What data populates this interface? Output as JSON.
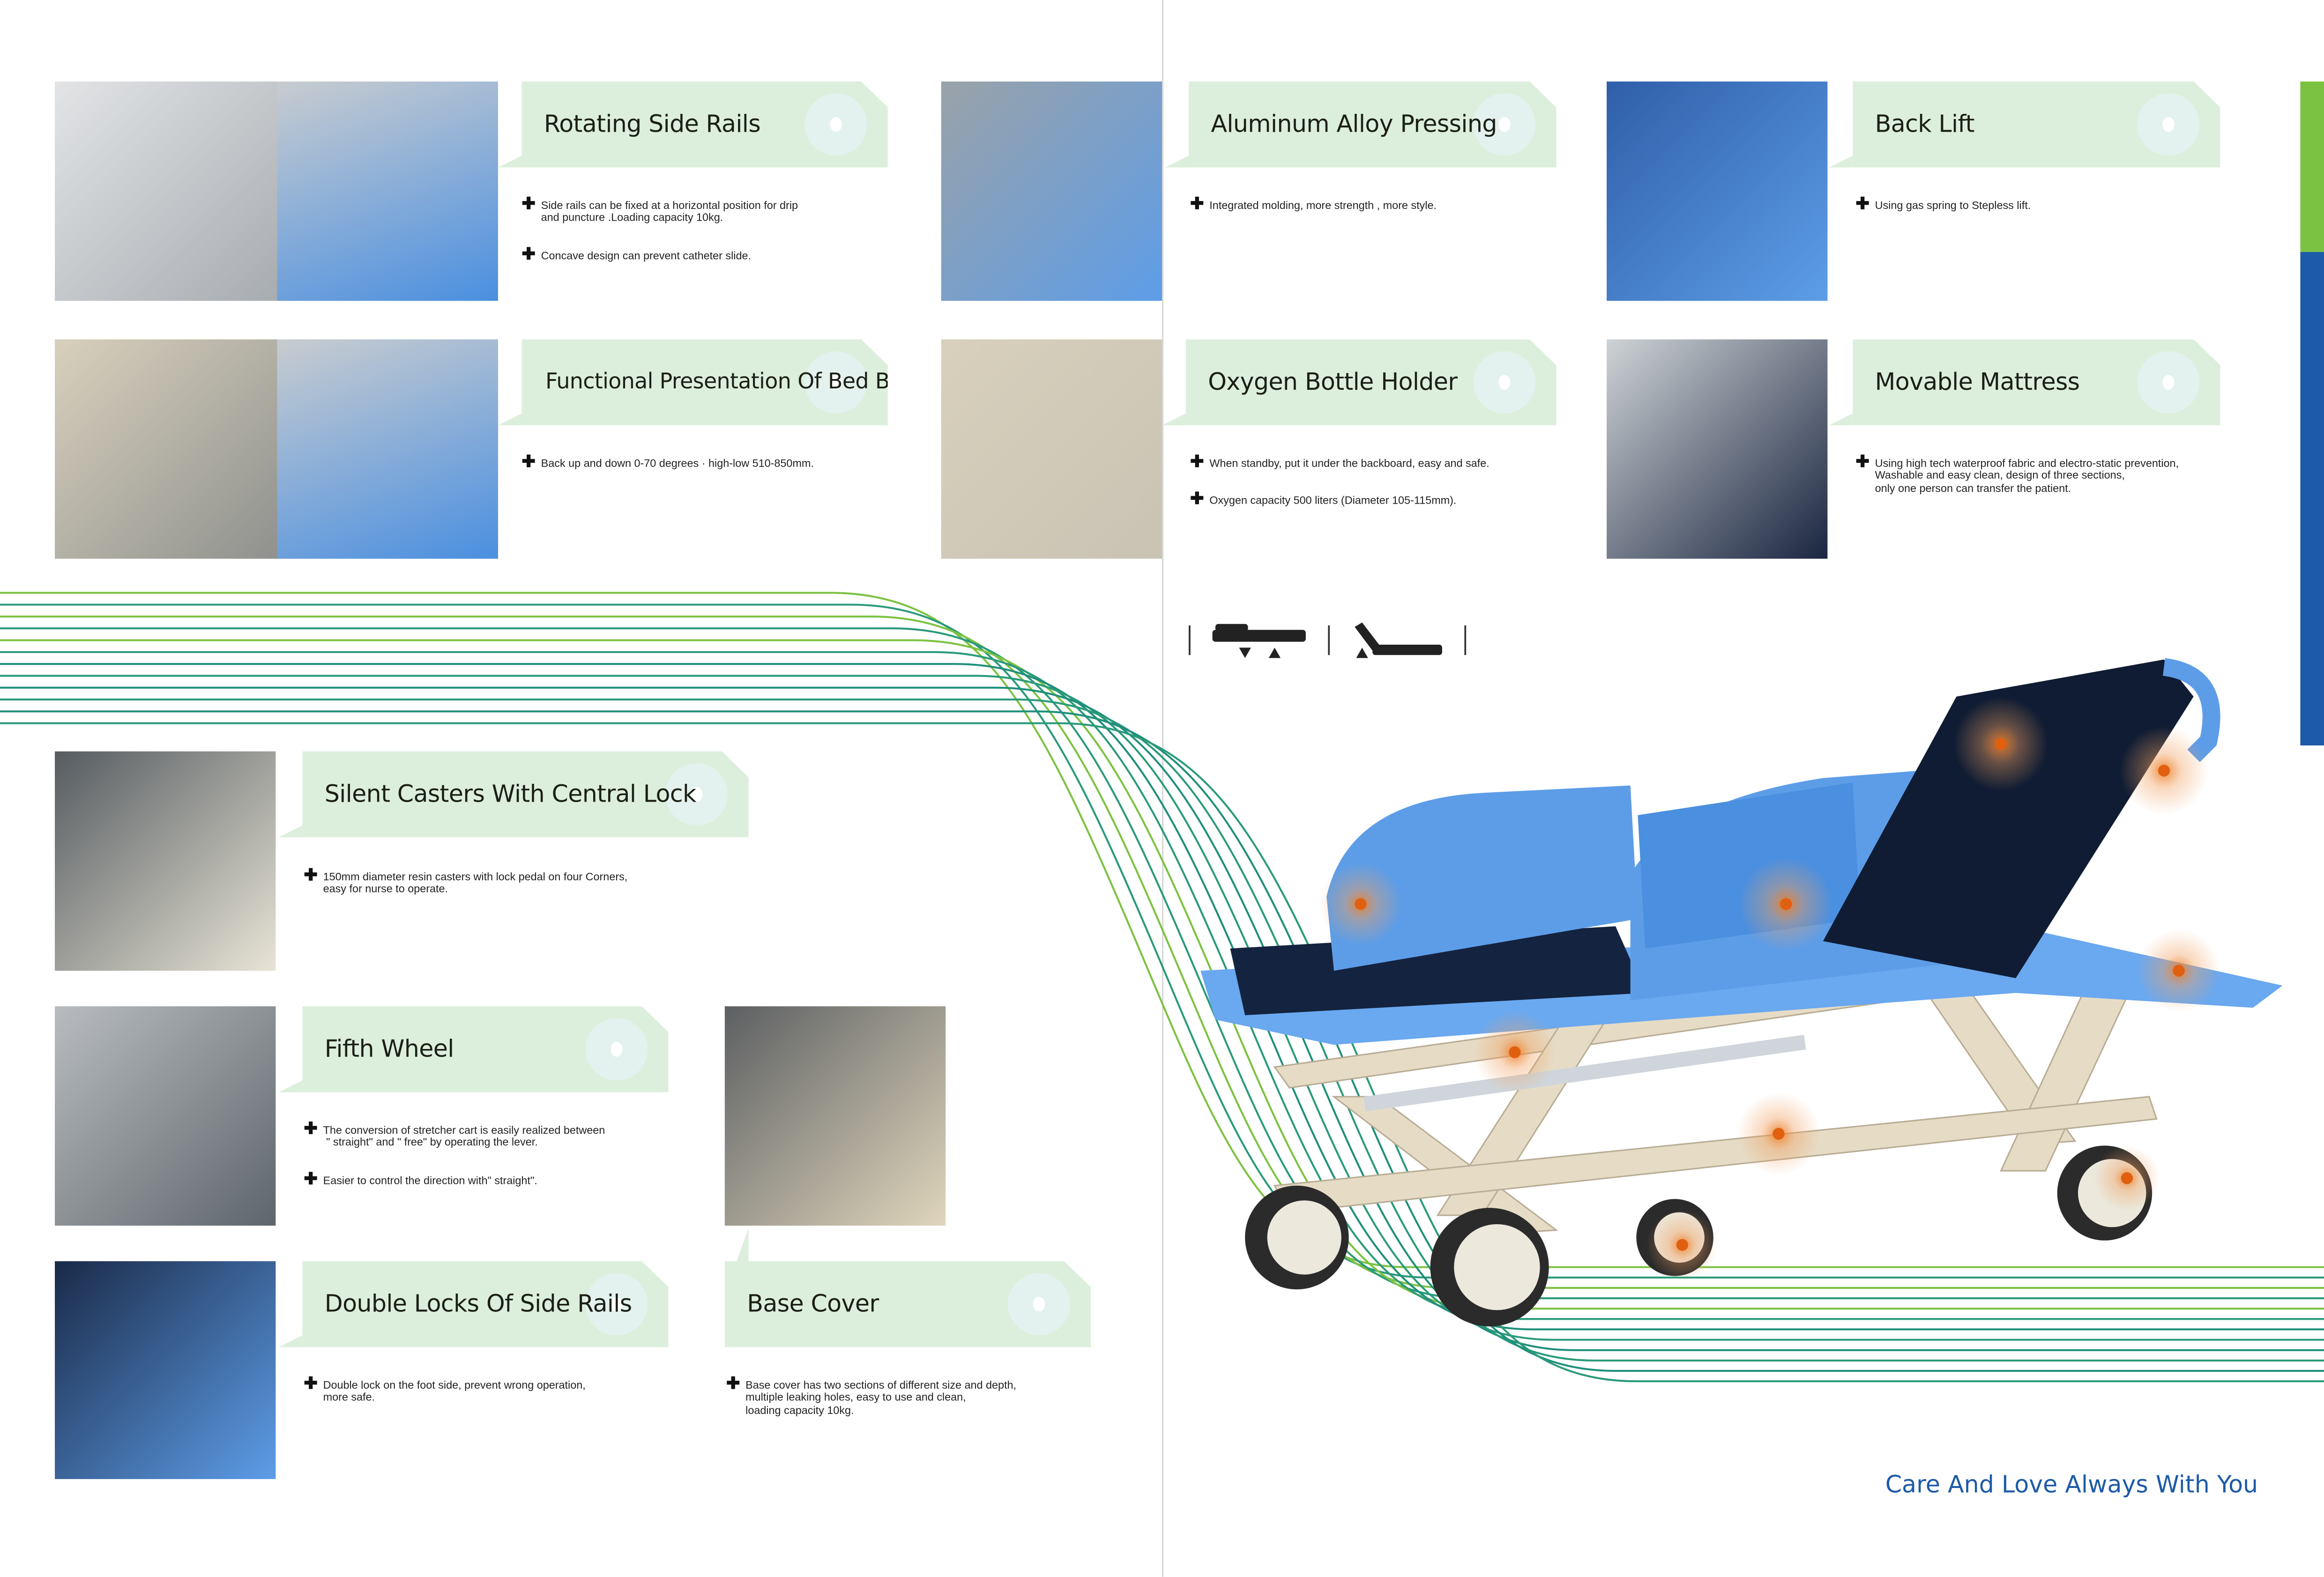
{
  "features": [
    {
      "title": "Rotating Side Rails",
      "bullets": [
        "Side rails can be fixed at a horizontal position for drip\nand puncture .Loading capacity 10kg.",
        "Concave design can prevent catheter slide."
      ]
    },
    {
      "title": "Aluminum Alloy Pressing",
      "bullets": [
        "Integrated molding, more strength , more style."
      ]
    },
    {
      "title": "Back Lift",
      "bullets": [
        "Using gas spring to Stepless lift."
      ]
    },
    {
      "title": "Functional Presentation Of Bed Body",
      "bullets": [
        "Back up and down 0-70 degrees · high-low 510-850mm."
      ]
    },
    {
      "title": "Oxygen Bottle Holder",
      "bullets": [
        "When standby, put it under the backboard, easy and safe.",
        "Oxygen capacity 500 liters (Diameter 105-115mm)."
      ]
    },
    {
      "title": "Movable Mattress",
      "bullets": [
        "Using high tech waterproof fabric and electro-static prevention,\nWashable and easy clean, design of three sections,\nonly one person can transfer the patient."
      ]
    },
    {
      "title": "Silent Casters With Central Lock",
      "bullets": [
        "150mm diameter resin casters with lock pedal on four Corners,\neasy for nurse to operate."
      ]
    },
    {
      "title": "Fifth Wheel",
      "bullets": [
        "The conversion of stretcher cart is easily realized between\n \" straight\" and \" free\" by operating the lever.",
        "Easier to control the direction with\" straight\"."
      ]
    },
    {
      "title": "Double Locks Of Side Rails",
      "bullets": [
        "Double lock on the foot side, prevent wrong operation,\nmore safe."
      ]
    },
    {
      "title": "Base Cover",
      "bullets": [
        "Base cover has two sections of different size and depth,\nmultiple leaking holes, easy to use and clean,\nloading capacity 10kg."
      ]
    }
  ],
  "tagline": "Care And Love Always With You",
  "colors": {
    "label_bg": "#dcefdc",
    "accent_green": "#7cc242",
    "accent_blue": "#1d5aa8",
    "rail_blue": "#4a8fe0",
    "frame_beige": "#e8dcc4"
  },
  "icons": [
    "plus-bullet-icon",
    "bed-flat-icon",
    "bed-back-raised-icon"
  ]
}
